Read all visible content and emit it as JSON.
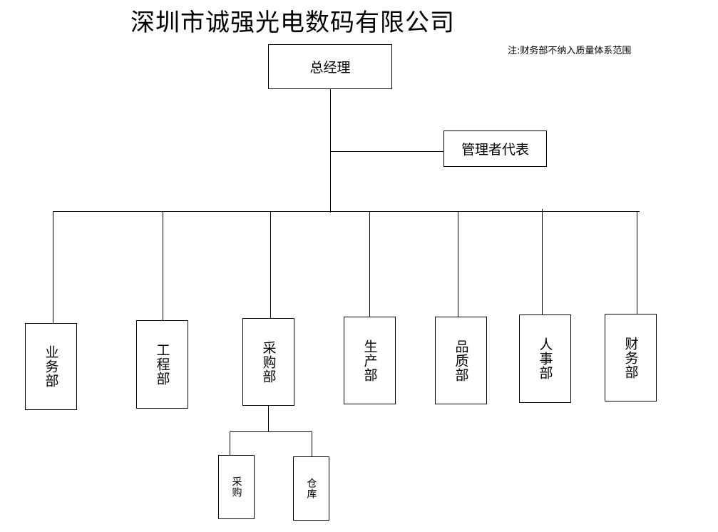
{
  "title": "深圳市诚强光电数码有限公司",
  "note": "注:财务部不纳入质量体系范围",
  "nodes": {
    "general_manager": "总经理",
    "management_rep": "管理者代表",
    "sales": "业务部",
    "engineering": "工程部",
    "purchasing": "采购部",
    "production": "生产部",
    "quality": "品质部",
    "hr": "人事部",
    "finance": "财务部",
    "purchase": "采购",
    "warehouse": "仓库"
  },
  "colors": {
    "line": "#000000",
    "box_border": "#000000",
    "background": "#ffffff"
  }
}
